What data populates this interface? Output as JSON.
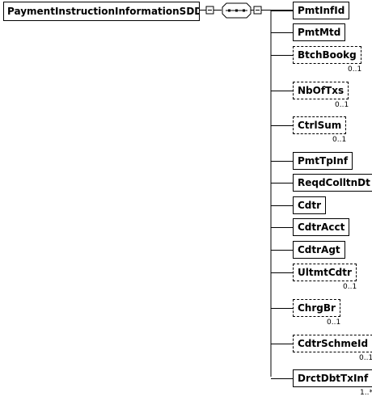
{
  "root": {
    "name": "PaymentInstructionInformationSDD"
  },
  "compositor": {
    "type": "sequence",
    "icon": "sequence-icon"
  },
  "children": [
    {
      "name": "PmtInfId",
      "cardinality": "",
      "optional": false
    },
    {
      "name": "PmtMtd",
      "cardinality": "",
      "optional": false
    },
    {
      "name": "BtchBookg",
      "cardinality": "0..1",
      "optional": true
    },
    {
      "name": "NbOfTxs",
      "cardinality": "0..1",
      "optional": true
    },
    {
      "name": "CtrlSum",
      "cardinality": "0..1",
      "optional": true
    },
    {
      "name": "PmtTpInf",
      "cardinality": "",
      "optional": false
    },
    {
      "name": "ReqdColltnDt",
      "cardinality": "",
      "optional": false
    },
    {
      "name": "Cdtr",
      "cardinality": "",
      "optional": false
    },
    {
      "name": "CdtrAcct",
      "cardinality": "",
      "optional": false
    },
    {
      "name": "CdtrAgt",
      "cardinality": "",
      "optional": false
    },
    {
      "name": "UltmtCdtr",
      "cardinality": "0..1",
      "optional": true
    },
    {
      "name": "ChrgBr",
      "cardinality": "0..1",
      "optional": true
    },
    {
      "name": "CdtrSchmeId",
      "cardinality": "0..1",
      "optional": true
    },
    {
      "name": "DrctDbtTxInf",
      "cardinality": "1..*",
      "optional": false
    }
  ]
}
